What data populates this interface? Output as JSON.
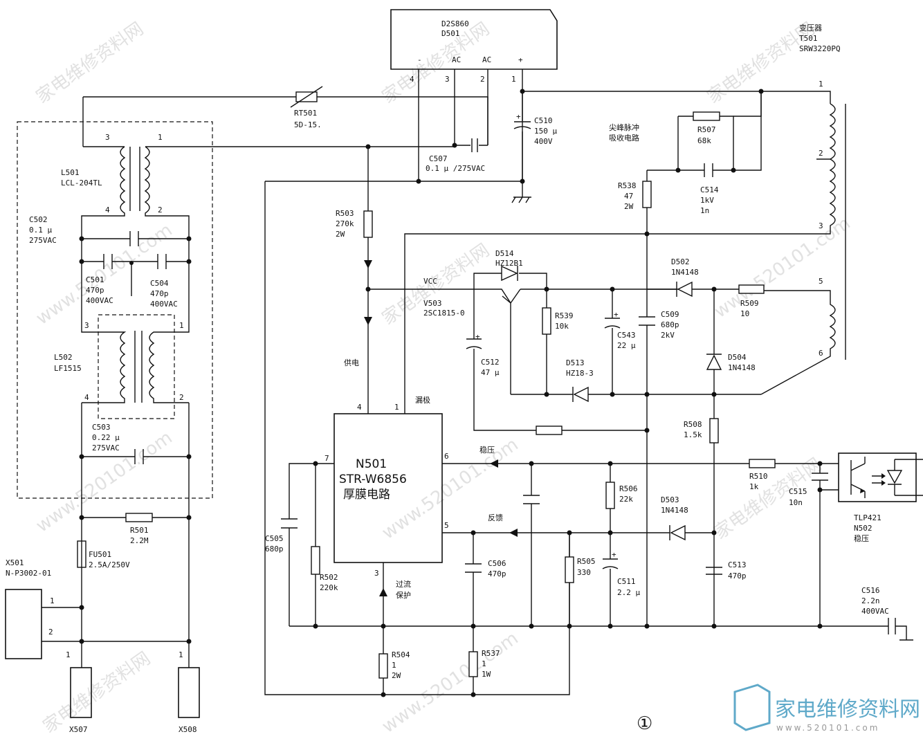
{
  "bridge": {
    "part": "D2S860",
    "ref": "D501",
    "minus": "-",
    "ac1": "AC",
    "ac2": "AC",
    "plus": "+",
    "p4": "4",
    "p3": "3",
    "p2": "2",
    "p1": "1"
  },
  "transformer": {
    "title": "变压器",
    "ref": "T501",
    "part": "SRW3220PQ",
    "p1": "1",
    "p2": "2",
    "p3": "3",
    "p5": "5",
    "p6": "6"
  },
  "rt501": {
    "ref": "RT501",
    "value": "5D-15."
  },
  "c510": {
    "ref": "C510",
    "v1": "150 μ",
    "v2": "400V"
  },
  "c507": {
    "ref": "C507",
    "value": "0.1 μ /275VAC"
  },
  "snubber": {
    "title": "尖峰脉冲",
    "title2": "吸收电路"
  },
  "r507": {
    "ref": "R507",
    "value": "68k"
  },
  "r538": {
    "ref": "R538",
    "v1": "47",
    "v2": "2W"
  },
  "c514": {
    "ref": "C514",
    "v1": "1kV",
    "v2": "1n"
  },
  "l501": {
    "ref": "L501",
    "part": "LCL-204TL",
    "p3": "3",
    "p1": "1",
    "p4": "4",
    "p2": "2"
  },
  "c502": {
    "ref": "C502",
    "v1": "0.1 μ",
    "v2": "275VAC"
  },
  "c501": {
    "ref": "C501",
    "v1": "470p",
    "v2": "400VAC"
  },
  "c504": {
    "ref": "C504",
    "v1": "470p",
    "v2": "400VAC"
  },
  "l502": {
    "ref": "L502",
    "part": "LF1515",
    "p3": "3",
    "p1": "1",
    "p4": "4",
    "p2": "2"
  },
  "c503": {
    "ref": "C503",
    "v1": "0.22 μ",
    "v2": "275VAC"
  },
  "r501": {
    "ref": "R501",
    "value": "2.2M"
  },
  "fu501": {
    "ref": "FU501",
    "value": "2.5A/250V"
  },
  "x501": {
    "ref": "X501",
    "part": "N-P3002-01",
    "p1": "1",
    "p2": "2"
  },
  "x507": {
    "ref": "X507",
    "p": "1"
  },
  "x508": {
    "ref": "X508",
    "p": "1"
  },
  "r503": {
    "ref": "R503",
    "v1": "270k",
    "v2": "2W"
  },
  "vcc": "VCC",
  "supply": "供电",
  "drain": "漏极",
  "v503": {
    "ref": "V503",
    "part": "2SC1815-0"
  },
  "d514": {
    "ref": "D514",
    "part": "HZ12B1"
  },
  "r539": {
    "ref": "R539",
    "value": "10k"
  },
  "c512": {
    "ref": "C512",
    "value": "47 μ"
  },
  "d513": {
    "ref": "D513",
    "part": "HZ18-3"
  },
  "c543": {
    "ref": "C543",
    "value": "22 μ"
  },
  "c509": {
    "ref": "C509",
    "v1": "680p",
    "v2": "2kV"
  },
  "d502": {
    "ref": "D502",
    "part": "1N4148"
  },
  "r509": {
    "ref": "R509",
    "value": "10"
  },
  "d504": {
    "ref": "D504",
    "part": "1N4148"
  },
  "r508": {
    "ref": "R508",
    "value": "1.5k"
  },
  "n501": {
    "ref": "N501",
    "part": "STR-W6856",
    "desc": "厚膜电路",
    "p4": "4",
    "p1": "1",
    "p7": "7",
    "p6": "6",
    "p5": "5",
    "p3": "3"
  },
  "regulate": "稳压",
  "feedback": "反馈",
  "overcurrent": "过流",
  "protect": "保护",
  "r510": {
    "ref": "R510",
    "value": "1k"
  },
  "c515": {
    "ref": "C515",
    "value": "10n"
  },
  "n502": {
    "part": "TLP421",
    "ref": "N502",
    "desc": "稳压"
  },
  "r506": {
    "ref": "R506",
    "value": "22k"
  },
  "d503": {
    "ref": "D503",
    "part": "1N4148"
  },
  "c505": {
    "ref": "C505",
    "value": "680p"
  },
  "r502": {
    "ref": "R502",
    "value": "220k"
  },
  "c506": {
    "ref": "C506",
    "value": "470p"
  },
  "r505": {
    "ref": "R505",
    "value": "330"
  },
  "c511": {
    "ref": "C511",
    "value": "2.2 μ"
  },
  "c513": {
    "ref": "C513",
    "value": "470p"
  },
  "c516": {
    "ref": "C516",
    "v1": "2.2n",
    "v2": "400VAC"
  },
  "r504": {
    "ref": "R504",
    "v1": "1",
    "v2": "2W"
  },
  "r537": {
    "ref": "R537",
    "v1": "1",
    "v2": "1W"
  },
  "figure_mark": "①",
  "watermark": "家电维修资料网",
  "watermark_url": "www.520101.com",
  "logo": {
    "text": "家电维修资料网",
    "url": "www.520101.com"
  }
}
